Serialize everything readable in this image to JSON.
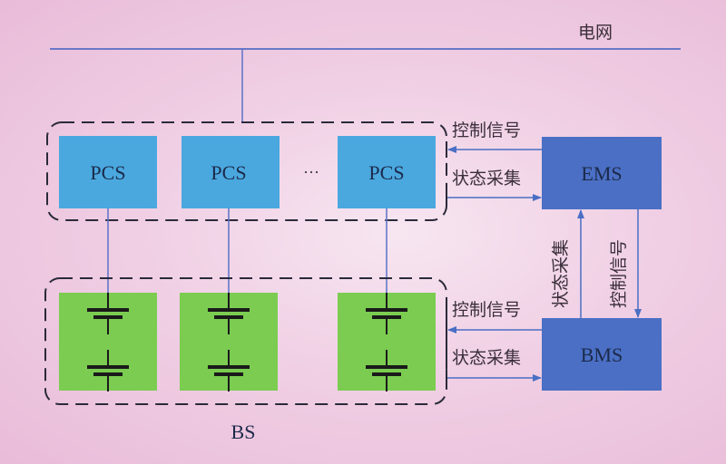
{
  "grid": {
    "label": "电网"
  },
  "pcs_group": {
    "units": [
      {
        "label": "PCS"
      },
      {
        "label": "PCS"
      },
      {
        "label": "PCS"
      }
    ],
    "ellipsis": "···"
  },
  "battery_group": {
    "label": "BS",
    "units": [
      {
        "cells": 2
      },
      {
        "cells": 2
      },
      {
        "cells": 2
      }
    ]
  },
  "ems": {
    "label": "EMS"
  },
  "bms": {
    "label": "BMS"
  },
  "signals": {
    "ems_to_pcs": "控制信号",
    "pcs_to_ems": "状态采集",
    "bms_to_bs": "控制信号",
    "bs_to_bms": "状态采集",
    "bms_to_ems": "状态采集",
    "ems_to_bms": "控制信号"
  },
  "colors": {
    "pcs_fill": "#4aa8df",
    "battery_fill": "#7bcc50",
    "controller_fill": "#4a6fc4",
    "line": "#5a72c8",
    "dash": "#2a2a3a",
    "battery_symbol": "#1a1a1a"
  }
}
